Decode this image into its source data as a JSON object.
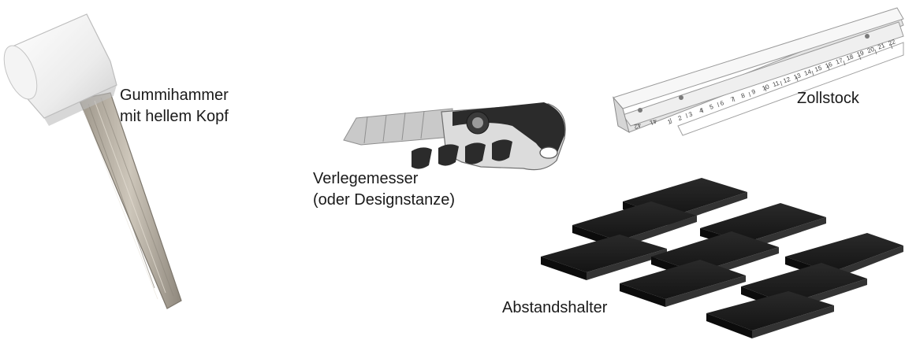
{
  "tools": {
    "hammer": {
      "icon": "rubber-mallet-icon",
      "label_lines": [
        "Gummihammer",
        "mit hellem Kopf"
      ]
    },
    "knife": {
      "icon": "utility-knife-icon",
      "label_lines": [
        "Verlegemesser",
        "(oder Designstanze)"
      ]
    },
    "ruler": {
      "icon": "folding-ruler-icon",
      "label_lines": [
        "Zollstock"
      ],
      "scale_numbers": [
        "1",
        "2",
        "3",
        "4",
        "5",
        "6",
        "7",
        "8",
        "9",
        "10",
        "11",
        "12",
        "13",
        "14",
        "15",
        "16",
        "17",
        "18",
        "19",
        "20",
        "21",
        "22",
        "42",
        "41"
      ]
    },
    "spacers": {
      "icon": "spacer-blocks-icon",
      "label_lines": [
        "Abstandshalter"
      ]
    }
  },
  "colors": {
    "background": "#ffffff",
    "text": "#1a1a1a",
    "mallet_head": "#ececec",
    "mallet_handle": "#b9b2a6",
    "knife_blade": "#bdbdbd",
    "knife_body": "#d9d9d9",
    "knife_grip": "#2b2b2b",
    "ruler": "#f2f2f2",
    "spacer": "#1f1f1f"
  }
}
